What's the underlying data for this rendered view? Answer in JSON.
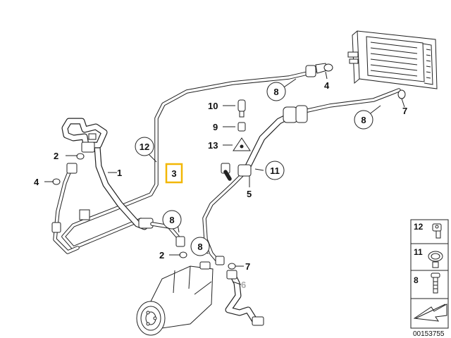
{
  "callouts": {
    "c1": "1",
    "c2a": "2",
    "c2b": "2",
    "c3": "3",
    "c4a": "4",
    "c4b": "4",
    "c5": "5",
    "c6": "6",
    "c7a": "7",
    "c7b": "7",
    "c8a": "8",
    "c8b": "8",
    "c8c": "8",
    "c8d": "8",
    "c9": "9",
    "c10": "10",
    "c11": "11",
    "c12": "12",
    "c13": "13"
  },
  "legend": {
    "n12": "12",
    "n11": "11",
    "n8": "8"
  },
  "reference_number": "00153755",
  "colors": {
    "highlight": "#f2b705",
    "line": "#222222",
    "muted_label": "#aaaaaa"
  }
}
